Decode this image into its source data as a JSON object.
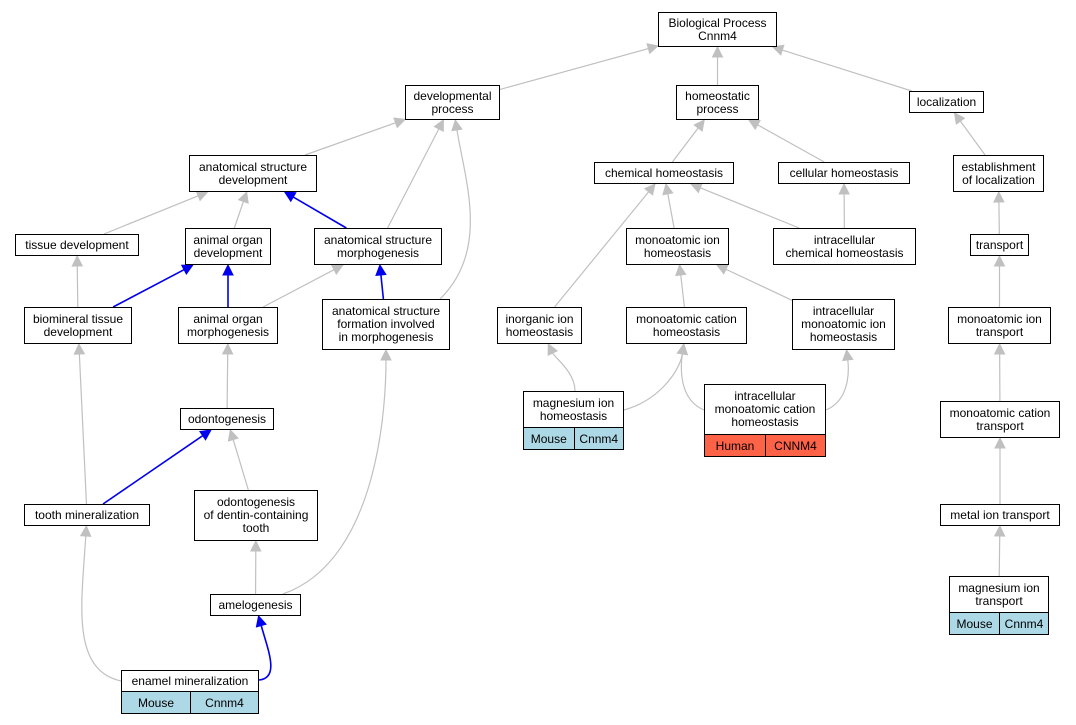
{
  "colors": {
    "edge_default": "#c0c0c0",
    "edge_highlight": "#0000ee",
    "annot_mouse": "#add8e6",
    "annot_human": "#ff6347"
  },
  "nodes": [
    {
      "id": "bp",
      "label": "Biological Process\nCnnm4"
    },
    {
      "id": "dev",
      "label": "developmental\nprocess"
    },
    {
      "id": "homeo",
      "label": "homeostatic\nprocess"
    },
    {
      "id": "loc",
      "label": "localization"
    },
    {
      "id": "asd",
      "label": "anatomical structure\ndevelopment"
    },
    {
      "id": "chemh",
      "label": "chemical homeostasis"
    },
    {
      "id": "cellh",
      "label": "cellular homeostasis"
    },
    {
      "id": "estloc",
      "label": "establishment\nof localization"
    },
    {
      "id": "tissue",
      "label": "tissue development"
    },
    {
      "id": "aod",
      "label": "animal organ\ndevelopment"
    },
    {
      "id": "asm",
      "label": "anatomical structure\nmorphogenesis"
    },
    {
      "id": "ionh",
      "label": "monoatomic ion\nhomeostasis"
    },
    {
      "id": "icchem",
      "label": "intracellular\nchemical homeostasis"
    },
    {
      "id": "transport",
      "label": "transport"
    },
    {
      "id": "biomin",
      "label": "biomineral tissue\ndevelopment"
    },
    {
      "id": "aom",
      "label": "animal organ\nmorphogenesis"
    },
    {
      "id": "asf",
      "label": "anatomical structure\nformation involved\nin morphogenesis"
    },
    {
      "id": "inorg",
      "label": "inorganic ion\nhomeostasis"
    },
    {
      "id": "cationh",
      "label": "monoatomic cation\nhomeostasis"
    },
    {
      "id": "icion",
      "label": "intracellular\nmonoatomic ion\nhomeostasis"
    },
    {
      "id": "iontr",
      "label": "monoatomic ion\ntransport"
    },
    {
      "id": "odonto",
      "label": "odontogenesis"
    },
    {
      "id": "mgh",
      "label": "magnesium ion\nhomeostasis"
    },
    {
      "id": "iccation",
      "label": "intracellular\nmonoatomic cation\nhomeostasis"
    },
    {
      "id": "catiotr",
      "label": "monoatomic cation\ntransport"
    },
    {
      "id": "toothmin",
      "label": "tooth mineralization"
    },
    {
      "id": "odentin",
      "label": "odontogenesis\nof dentin-containing\ntooth"
    },
    {
      "id": "metaltr",
      "label": "metal ion transport"
    },
    {
      "id": "amelo",
      "label": "amelogenesis"
    },
    {
      "id": "mgtr",
      "label": "magnesium ion\ntransport"
    },
    {
      "id": "enamel",
      "label": "enamel mineralization"
    }
  ],
  "annotations": [
    {
      "node": "mgh",
      "species": "Mouse",
      "gene": "Cnnm4",
      "kind": "mouse"
    },
    {
      "node": "iccation",
      "species": "Human",
      "gene": "CNNM4",
      "kind": "human"
    },
    {
      "node": "mgtr",
      "species": "Mouse",
      "gene": "Cnnm4",
      "kind": "mouse"
    },
    {
      "node": "enamel",
      "species": "Mouse",
      "gene": "Cnnm4",
      "kind": "mouse"
    }
  ],
  "edges": [
    {
      "from": "dev",
      "to": "bp",
      "highlight": false
    },
    {
      "from": "homeo",
      "to": "bp",
      "highlight": false
    },
    {
      "from": "loc",
      "to": "bp",
      "highlight": false
    },
    {
      "from": "asd",
      "to": "dev",
      "highlight": false
    },
    {
      "from": "asm",
      "to": "dev",
      "highlight": false
    },
    {
      "from": "asf",
      "to": "dev",
      "highlight": false
    },
    {
      "from": "chemh",
      "to": "homeo",
      "highlight": false
    },
    {
      "from": "cellh",
      "to": "homeo",
      "highlight": false
    },
    {
      "from": "estloc",
      "to": "loc",
      "highlight": false
    },
    {
      "from": "tissue",
      "to": "asd",
      "highlight": false
    },
    {
      "from": "aod",
      "to": "asd",
      "highlight": false
    },
    {
      "from": "asm",
      "to": "asd",
      "highlight": true
    },
    {
      "from": "ionh",
      "to": "chemh",
      "highlight": false
    },
    {
      "from": "icchem",
      "to": "chemh",
      "highlight": false
    },
    {
      "from": "inorg",
      "to": "chemh",
      "highlight": false
    },
    {
      "from": "icchem",
      "to": "cellh",
      "highlight": false
    },
    {
      "from": "transport",
      "to": "estloc",
      "highlight": false
    },
    {
      "from": "biomin",
      "to": "tissue",
      "highlight": false
    },
    {
      "from": "biomin",
      "to": "aod",
      "highlight": true
    },
    {
      "from": "aom",
      "to": "aod",
      "highlight": true
    },
    {
      "from": "aom",
      "to": "asm",
      "highlight": false
    },
    {
      "from": "asf",
      "to": "asm",
      "highlight": true
    },
    {
      "from": "cationh",
      "to": "ionh",
      "highlight": false
    },
    {
      "from": "icion",
      "to": "ionh",
      "highlight": false
    },
    {
      "from": "iontr",
      "to": "transport",
      "highlight": false
    },
    {
      "from": "toothmin",
      "to": "biomin",
      "highlight": false
    },
    {
      "from": "odonto",
      "to": "aom",
      "highlight": false
    },
    {
      "from": "amelo",
      "to": "asf",
      "highlight": false
    },
    {
      "from": "mgh",
      "to": "inorg",
      "highlight": false
    },
    {
      "from": "mgh",
      "to": "cationh",
      "highlight": false
    },
    {
      "from": "iccation",
      "to": "cationh",
      "highlight": false
    },
    {
      "from": "iccation",
      "to": "icion",
      "highlight": false
    },
    {
      "from": "catiotr",
      "to": "iontr",
      "highlight": false
    },
    {
      "from": "toothmin",
      "to": "odonto",
      "highlight": true
    },
    {
      "from": "odentin",
      "to": "odonto",
      "highlight": false
    },
    {
      "from": "metaltr",
      "to": "catiotr",
      "highlight": false
    },
    {
      "from": "enamel",
      "to": "toothmin",
      "highlight": false
    },
    {
      "from": "amelo",
      "to": "odentin",
      "highlight": false
    },
    {
      "from": "mgtr",
      "to": "metaltr",
      "highlight": false
    },
    {
      "from": "enamel",
      "to": "amelo",
      "highlight": true
    }
  ]
}
